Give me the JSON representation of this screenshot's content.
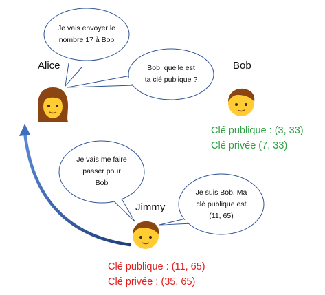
{
  "people": {
    "alice": {
      "name": "Alice"
    },
    "bob": {
      "name": "Bob",
      "public_key": "Clé publique : (3, 33)",
      "private_key": "Clé privée (7, 33)"
    },
    "jimmy": {
      "name": "Jimmy",
      "public_key": "Clé publique : (11, 65)",
      "private_key": "Clé privée : (35, 65)"
    }
  },
  "bubbles": {
    "alice_intent": [
      "Je vais envoyer le",
      "nombre 17 à Bob"
    ],
    "alice_question": [
      "Bob, quelle est",
      "ta clé publique ?"
    ],
    "jimmy_intent": [
      "Je vais me faire",
      "passer pour",
      "Bob"
    ],
    "jimmy_answer": [
      "Je suis Bob. Ma",
      "clé publique est",
      "(11, 65)"
    ]
  },
  "colors": {
    "bob_keys": "#2ea043",
    "jimmy_keys": "#e21d1d",
    "arrow": "#2f5597",
    "bubble_stroke": "#2f5597"
  },
  "icons": {
    "alice": "woman-emoji",
    "bob": "boy-emoji",
    "jimmy": "boy-emoji",
    "arrow": "curved-arrow"
  }
}
